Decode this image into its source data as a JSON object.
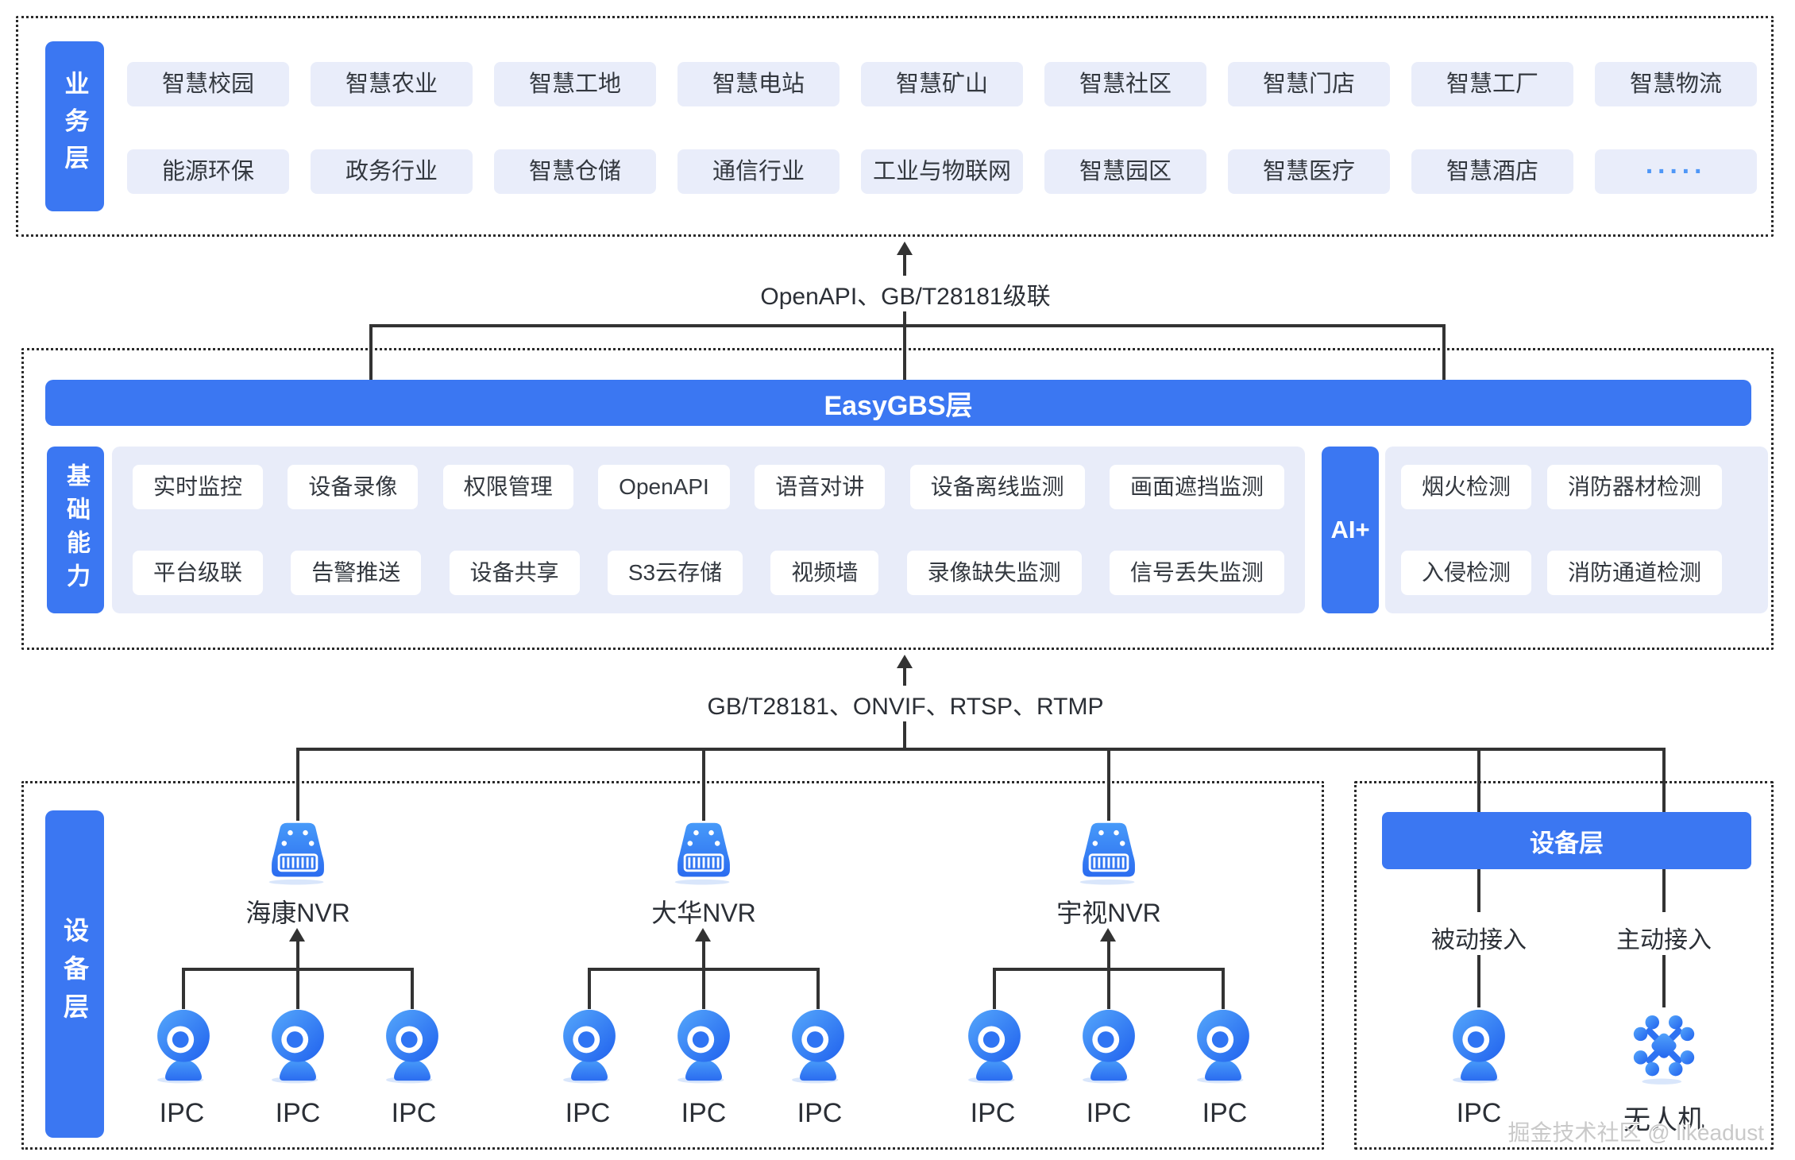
{
  "colors": {
    "primary_blue": "#3b77f2",
    "panel_bg": "#e8ecf9",
    "chip_bg": "#e9edfa",
    "line": "#333333"
  },
  "business": {
    "tab": "业务层",
    "row1": [
      "智慧校园",
      "智慧农业",
      "智慧工地",
      "智慧电站",
      "智慧矿山",
      "智慧社区",
      "智慧门店",
      "智慧工厂",
      "智慧物流"
    ],
    "row2": [
      "能源环保",
      "政务行业",
      "智慧仓储",
      "通信行业",
      "工业与物联网",
      "智慧园区",
      "智慧医疗",
      "智慧酒店",
      "·····"
    ]
  },
  "connector_top": {
    "label": "OpenAPI、GB/T28181级联"
  },
  "easygbs": {
    "label": "EasyGBS层"
  },
  "capability": {
    "tab": "基础能力",
    "row1": [
      "实时监控",
      "设备录像",
      "权限管理",
      "OpenAPI",
      "语音对讲",
      "设备离线监测",
      "画面遮挡监测"
    ],
    "row2": [
      "平台级联",
      "告警推送",
      "设备共享",
      "S3云存储",
      "视频墙",
      "录像缺失监测",
      "信号丢失监测"
    ]
  },
  "ai": {
    "tab": "AI+",
    "row1": [
      "烟火检测",
      "消防器材检测"
    ],
    "row2": [
      "入侵检测",
      "消防通道检测"
    ]
  },
  "connector_device": {
    "label": "GB/T28181、ONVIF、RTSP、RTMP"
  },
  "device_left": {
    "tab": "设备层",
    "groups": [
      {
        "nvr": "海康NVR",
        "ipc": [
          "IPC",
          "IPC",
          "IPC"
        ]
      },
      {
        "nvr": "大华NVR",
        "ipc": [
          "IPC",
          "IPC",
          "IPC"
        ]
      },
      {
        "nvr": "宇视NVR",
        "ipc": [
          "IPC",
          "IPC",
          "IPC"
        ]
      }
    ]
  },
  "device_right": {
    "title": "设备层",
    "passive_label": "被动接入",
    "active_label": "主动接入",
    "ipc_label": "IPC",
    "drone_label": "无人机"
  },
  "watermark": "掘金技术社区 @ likeadust"
}
